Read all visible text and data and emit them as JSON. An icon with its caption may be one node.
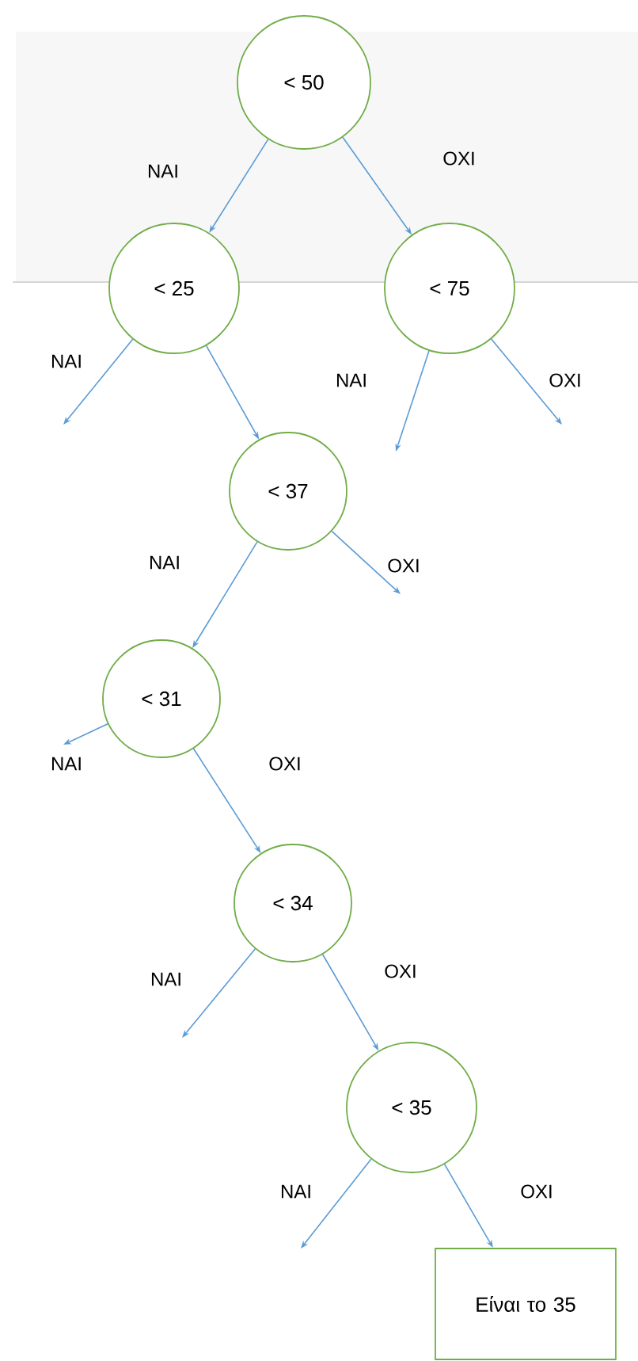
{
  "diagram": {
    "nodes": [
      {
        "text": [
          "< 50"
        ]
      },
      {
        "text": [
          "< 25"
        ]
      },
      {
        "text": [
          "< 75"
        ]
      },
      {
        "text": [
          "< 37"
        ]
      },
      {
        "text": [
          "< 31"
        ]
      },
      {
        "text": [
          "< 34"
        ]
      },
      {
        "text": [
          "< 35"
        ]
      },
      {
        "text": [
          "Είναι το 35"
        ]
      }
    ],
    "edges": [
      {
        "from": 0,
        "to": 1,
        "arrow": "to",
        "label": "NAI"
      },
      {
        "from": 0,
        "to": 2,
        "arrow": "to",
        "label": "OXI"
      },
      {
        "from": 1,
        "to": null,
        "arrow": "to",
        "label": "NAI"
      },
      {
        "from": 1,
        "to": 3,
        "arrow": "to"
      },
      {
        "from": 2,
        "to": null,
        "arrow": "to",
        "label": "NAI"
      },
      {
        "from": 2,
        "to": null,
        "arrow": "to",
        "label": "OXI"
      },
      {
        "from": 3,
        "to": 4,
        "arrow": "to",
        "label": "NAI"
      },
      {
        "from": 3,
        "to": null,
        "arrow": "to",
        "label": "OXI"
      },
      {
        "from": 4,
        "to": null,
        "arrow": "to",
        "label": "NAI"
      },
      {
        "from": 4,
        "to": 5,
        "arrow": "to",
        "label": "OXI"
      },
      {
        "from": 5,
        "to": null,
        "arrow": "to",
        "label": "NAI"
      },
      {
        "from": 5,
        "to": 6,
        "arrow": "to",
        "label": "OXI"
      },
      {
        "from": 6,
        "to": null,
        "arrow": "to",
        "label": "NAI"
      },
      {
        "from": 6,
        "to": 7,
        "arrow": "to",
        "label": "OXI"
      }
    ]
  }
}
